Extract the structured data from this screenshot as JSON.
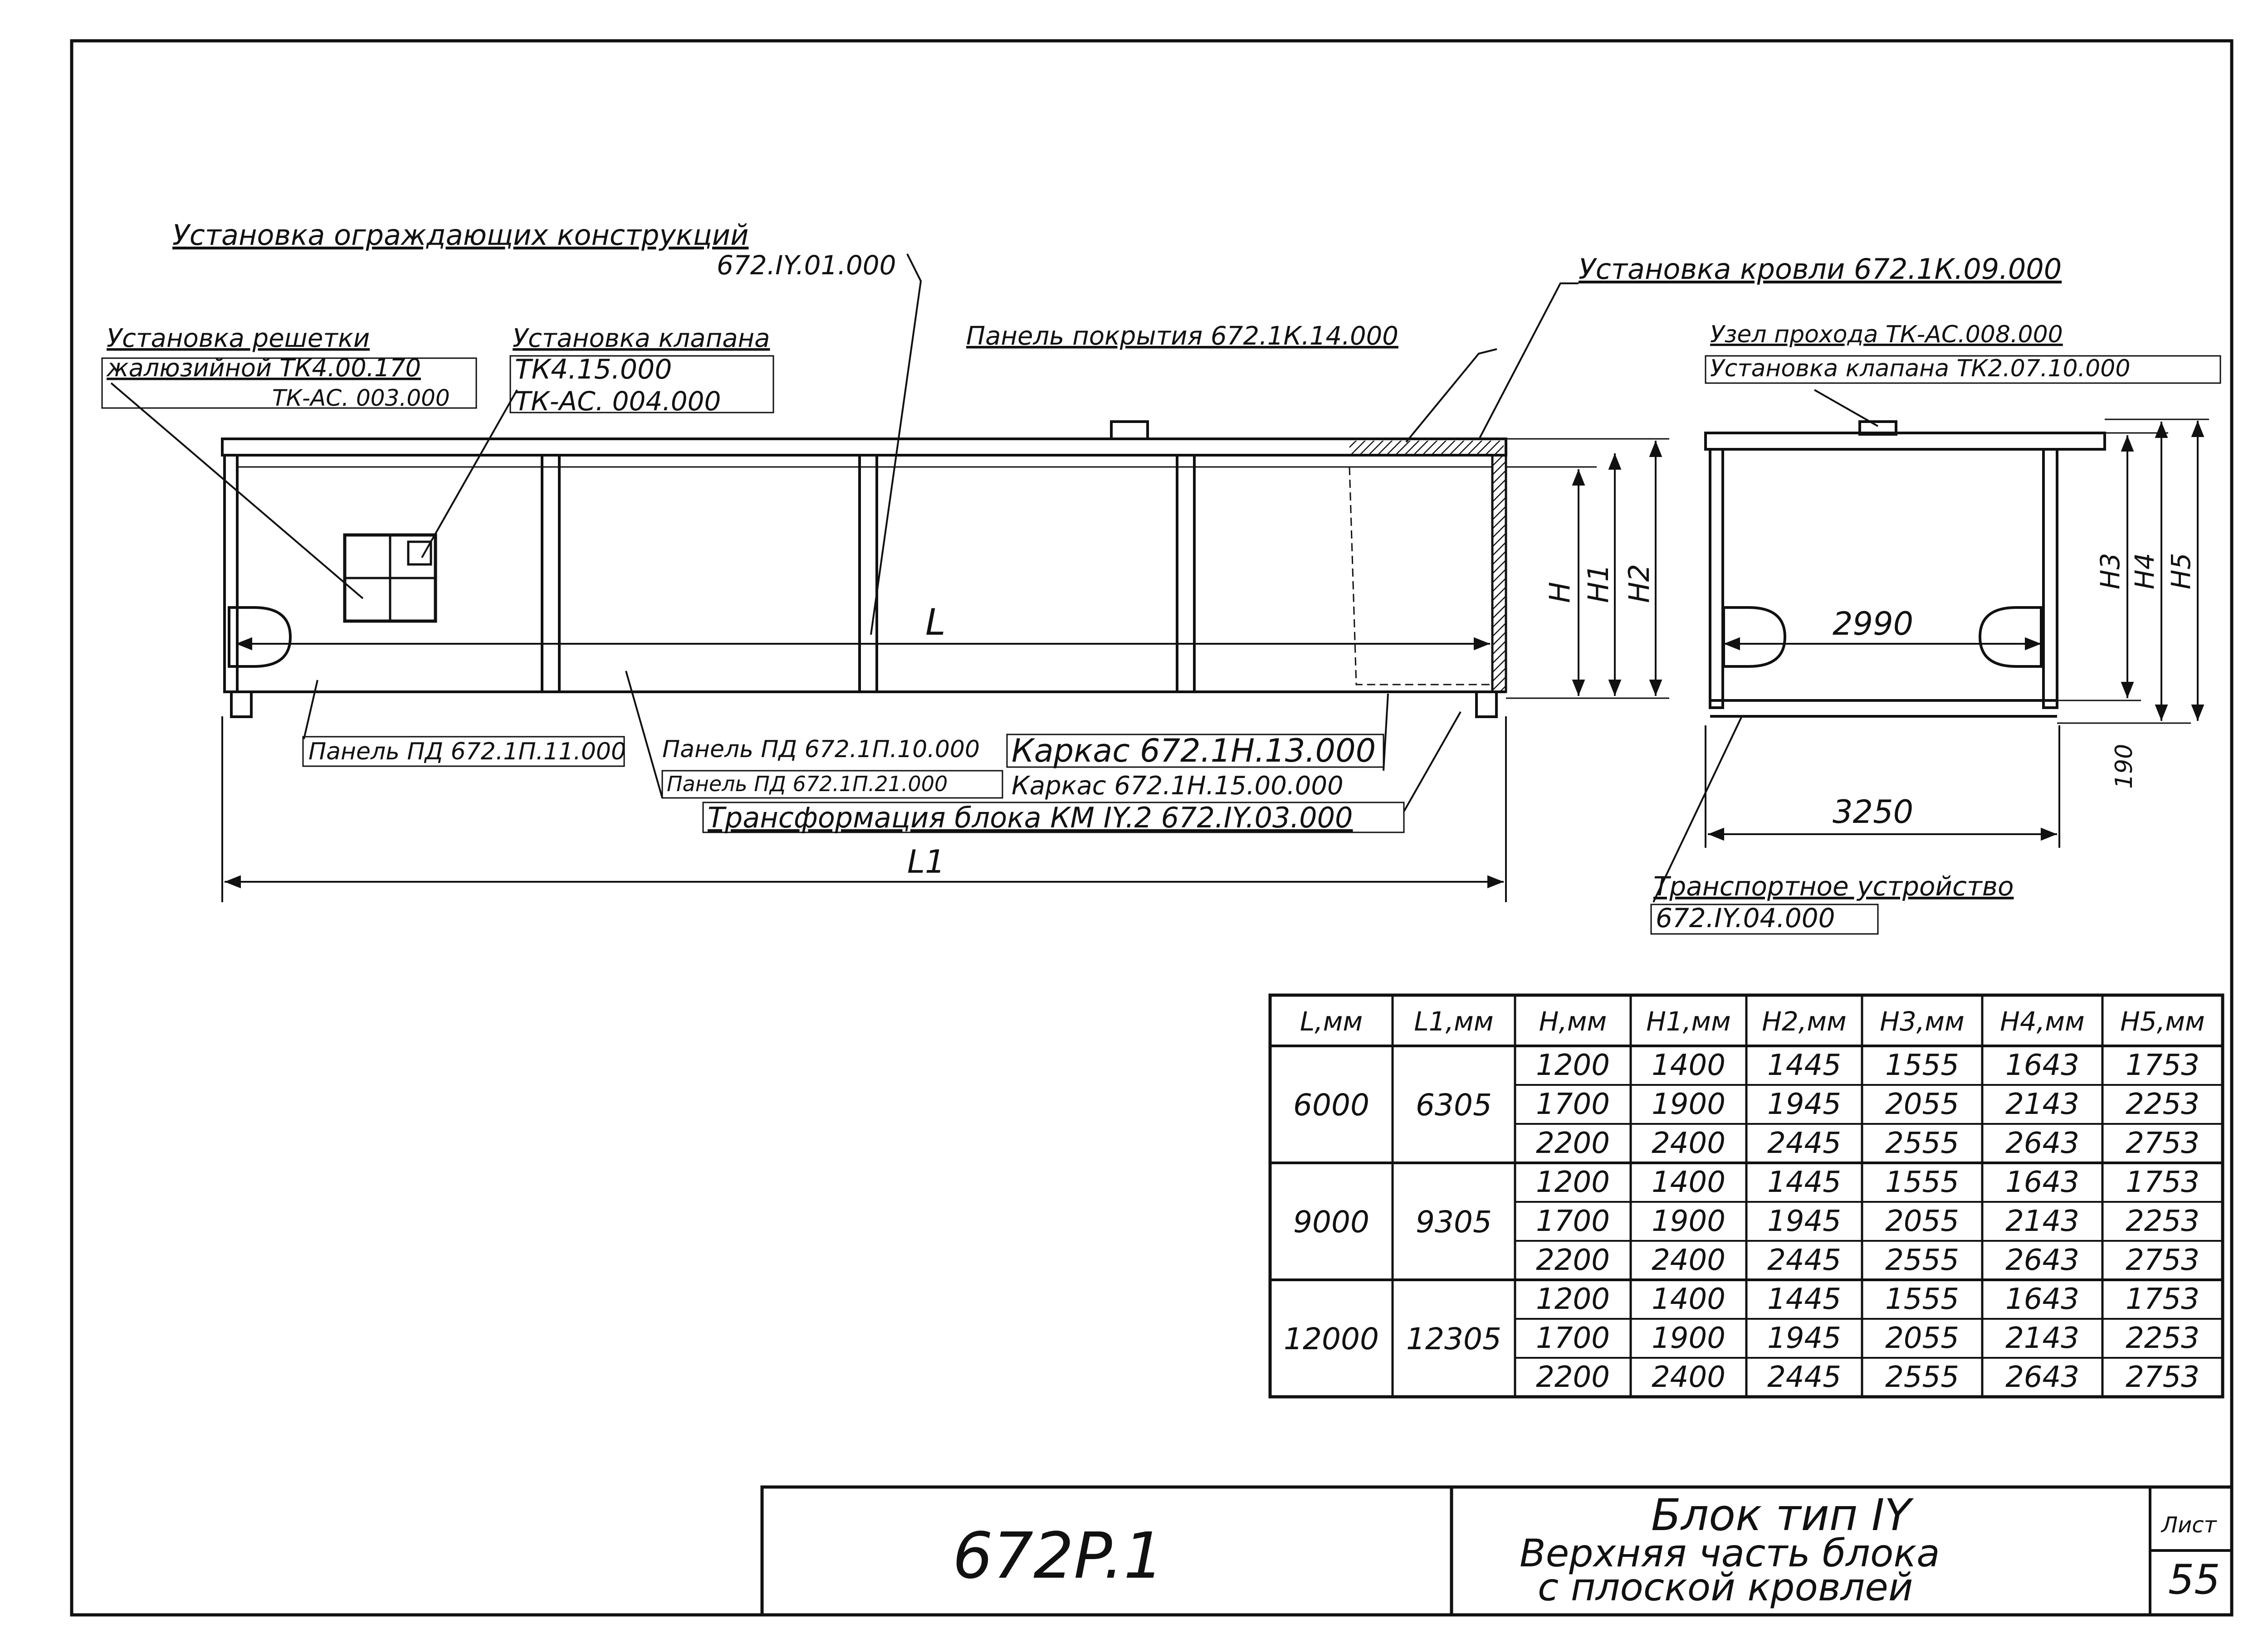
{
  "callouts": {
    "enclosure": {
      "title": "Установка ограждающих конструкций",
      "code": "672.IY.01.000"
    },
    "grille": {
      "title": "Установка решетки",
      "title2": "жалюзийной ТК4.00.170",
      "code": "ТК-АС. 003.000"
    },
    "valve": {
      "title": "Установка клапана",
      "title2": "ТК4.15.000",
      "code": "ТК-АС. 004.000"
    },
    "cover_panel": "Панель покрытия 672.1К.14.000",
    "roof": "Установка кровли 672.1К.09.000",
    "pass_node": "Узел прохода ТК-АС.008.000",
    "valve2": "Установка клапана ТК2.07.10.000",
    "panel_pd1": "Панель ПД 672.1П.11.000",
    "panel_pd2": "Панель ПД 672.1П.10.000",
    "panel_pd3": "Панель ПД 672.1П.21.000",
    "frame1": "Каркас 672.1Н.13.000",
    "frame2": "Каркас 672.1Н.15.00.000",
    "transform": "Трансформация блока КМ IY.2 672.IY.03.000",
    "transport": {
      "title": "Транспортное устройство",
      "code": "672.IY.04.000"
    }
  },
  "dimensions": {
    "L": "L",
    "L1": "L1",
    "H": "H",
    "H1": "H1",
    "H2": "H2",
    "H3": "H3",
    "H4": "H4",
    "H5": "H5",
    "inner_width": "2990",
    "outer_width": "3250",
    "bottom": "190"
  },
  "table": {
    "headers": [
      "L,мм",
      "L1,мм",
      "H,мм",
      "H1,мм",
      "H2,мм",
      "H3,мм",
      "H4,мм",
      "H5,мм"
    ],
    "groups": [
      {
        "L": "6000",
        "L1": "6305",
        "rows": [
          [
            "1200",
            "1400",
            "1445",
            "1555",
            "1643",
            "1753"
          ],
          [
            "1700",
            "1900",
            "1945",
            "2055",
            "2143",
            "2253"
          ],
          [
            "2200",
            "2400",
            "2445",
            "2555",
            "2643",
            "2753"
          ]
        ]
      },
      {
        "L": "9000",
        "L1": "9305",
        "rows": [
          [
            "1200",
            "1400",
            "1445",
            "1555",
            "1643",
            "1753"
          ],
          [
            "1700",
            "1900",
            "1945",
            "2055",
            "2143",
            "2253"
          ],
          [
            "2200",
            "2400",
            "2445",
            "2555",
            "2643",
            "2753"
          ]
        ]
      },
      {
        "L": "12000",
        "L1": "12305",
        "rows": [
          [
            "1200",
            "1400",
            "1445",
            "1555",
            "1643",
            "1753"
          ],
          [
            "1700",
            "1900",
            "1945",
            "2055",
            "2143",
            "2253"
          ],
          [
            "2200",
            "2400",
            "2445",
            "2555",
            "2643",
            "2753"
          ]
        ]
      }
    ]
  },
  "title_block": {
    "designation": "672P.1",
    "title1": "Блок тип IY",
    "title2": "Верхняя часть блока",
    "title3": "с плоской кровлей",
    "sheet_label": "Лист",
    "sheet_number": "55"
  }
}
